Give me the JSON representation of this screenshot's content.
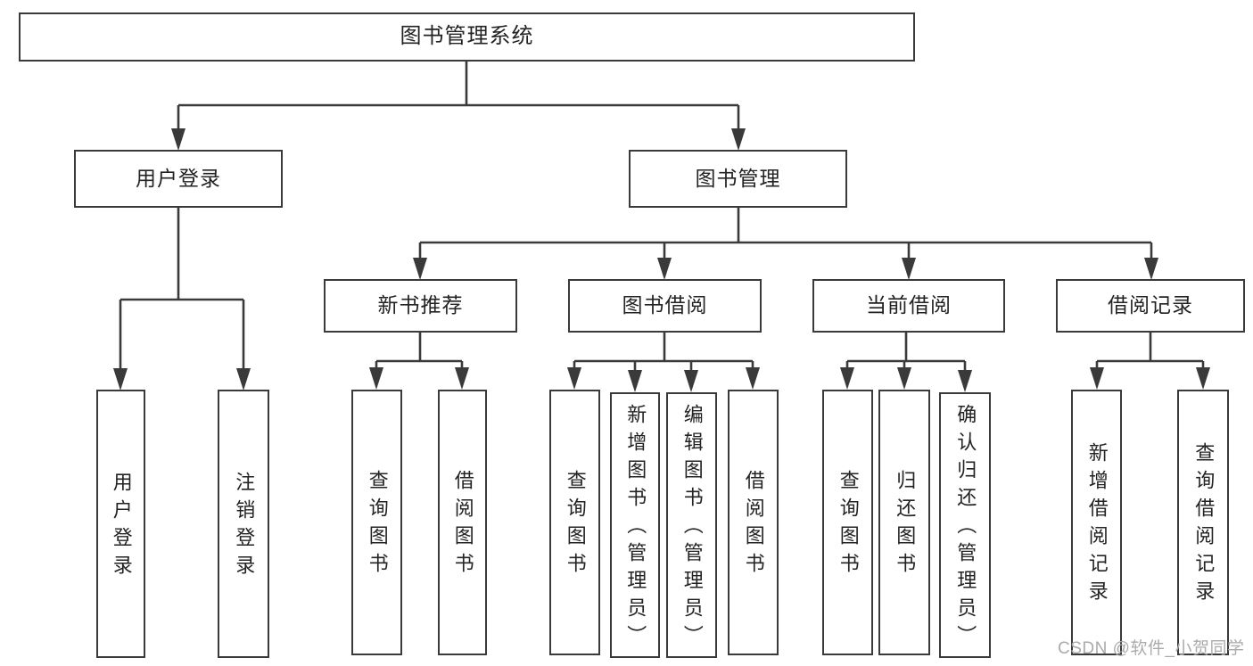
{
  "tree": {
    "root": {
      "label": "图书管理系统",
      "children": [
        {
          "label": "用户登录",
          "children": [
            {
              "label": "用户登录"
            },
            {
              "label": "注销登录"
            }
          ]
        },
        {
          "label": "图书管理",
          "children": [
            {
              "label": "新书推荐",
              "children": [
                {
                  "label": "查询图书"
                },
                {
                  "label": "借阅图书"
                }
              ]
            },
            {
              "label": "图书借阅",
              "children": [
                {
                  "label": "查询图书"
                },
                {
                  "label": "新增图书（管理员）"
                },
                {
                  "label": "编辑图书（管理员）"
                },
                {
                  "label": "借阅图书"
                }
              ]
            },
            {
              "label": "当前借阅",
              "children": [
                {
                  "label": "查询图书"
                },
                {
                  "label": "归还图书"
                },
                {
                  "label": "确认归还（管理员）"
                }
              ]
            },
            {
              "label": "借阅记录",
              "children": [
                {
                  "label": "新增借阅记录"
                },
                {
                  "label": "查询借阅记录"
                }
              ]
            }
          ]
        }
      ]
    }
  },
  "watermark": {
    "text": "CSDN @软件_小贺同学"
  },
  "colors": {
    "line": "#3a3a3a",
    "text": "#232323",
    "watermark": "#ababab",
    "background": "#ffffff"
  }
}
